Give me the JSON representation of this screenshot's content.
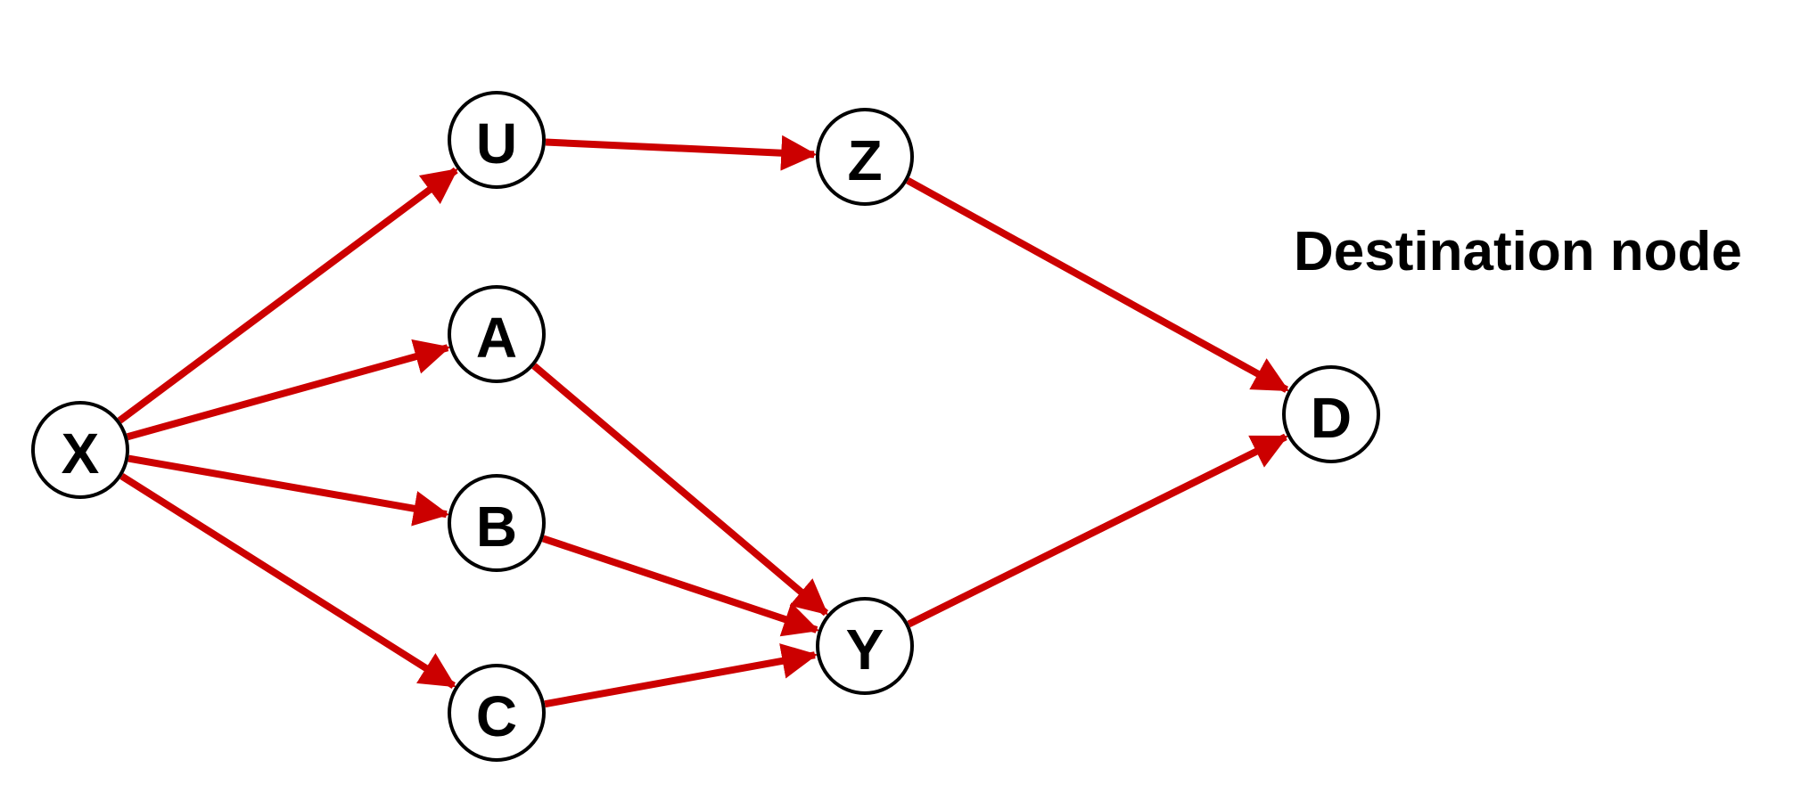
{
  "colors": {
    "edge": "#cc0000",
    "node_stroke": "#000000",
    "node_fill": "#ffffff",
    "text": "#000000"
  },
  "annotation": "Destination node",
  "nodes": [
    {
      "id": "X",
      "label": "X"
    },
    {
      "id": "U",
      "label": "U"
    },
    {
      "id": "A",
      "label": "A"
    },
    {
      "id": "B",
      "label": "B"
    },
    {
      "id": "C",
      "label": "C"
    },
    {
      "id": "Z",
      "label": "Z"
    },
    {
      "id": "Y",
      "label": "Y"
    },
    {
      "id": "D",
      "label": "D"
    }
  ],
  "edges": [
    {
      "from": "X",
      "to": "U"
    },
    {
      "from": "X",
      "to": "A"
    },
    {
      "from": "X",
      "to": "B"
    },
    {
      "from": "X",
      "to": "C"
    },
    {
      "from": "U",
      "to": "Z"
    },
    {
      "from": "A",
      "to": "Y"
    },
    {
      "from": "B",
      "to": "Y"
    },
    {
      "from": "C",
      "to": "Y"
    },
    {
      "from": "Z",
      "to": "D"
    },
    {
      "from": "Y",
      "to": "D"
    }
  ]
}
